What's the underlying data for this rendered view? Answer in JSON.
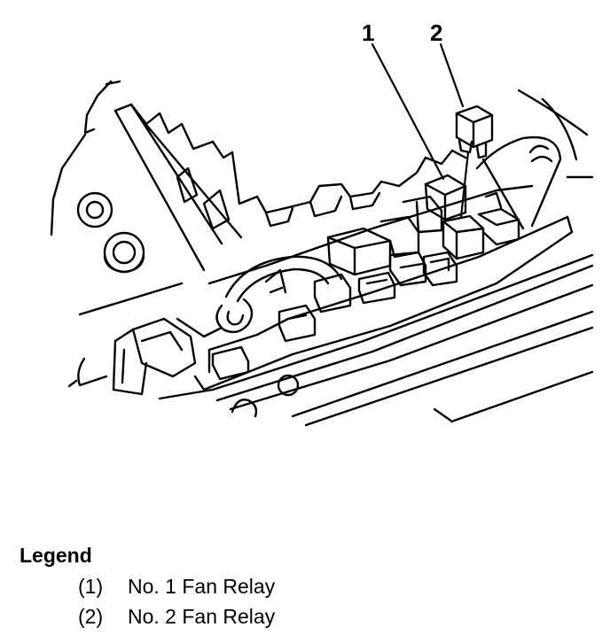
{
  "callouts": [
    {
      "id": "1",
      "label": "1"
    },
    {
      "id": "2",
      "label": "2"
    }
  ],
  "legend": {
    "title": "Legend",
    "items": [
      {
        "number": "(1)",
        "text": "No. 1 Fan Relay"
      },
      {
        "number": "(2)",
        "text": "No. 2 Fan Relay"
      }
    ]
  },
  "colors": {
    "line": "#000000",
    "background": "#ffffff"
  }
}
